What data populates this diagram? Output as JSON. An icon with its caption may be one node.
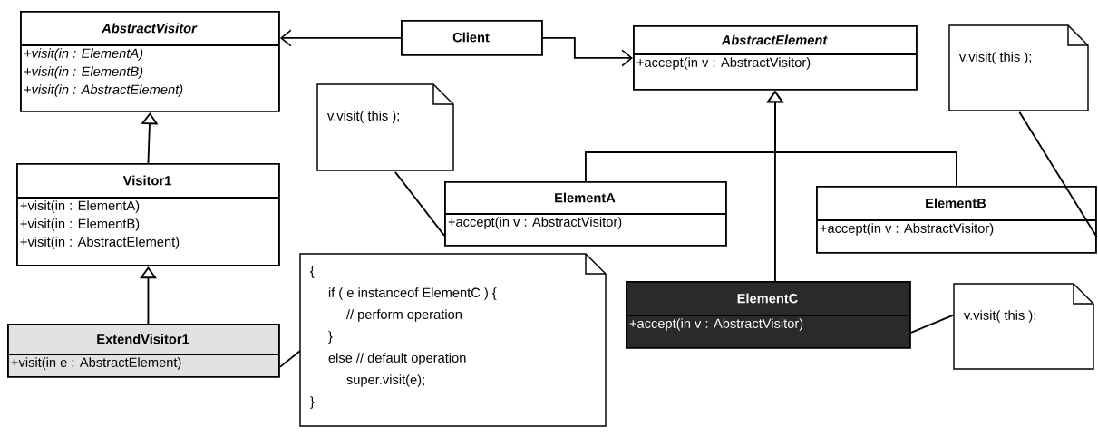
{
  "diagram": {
    "nodes": [
      {
        "text": [
          "AbstractVisitor",
          "+visit(in : ElementA)",
          "+visit(in : ElementB)",
          "+visit(in : AbstractElement)"
        ]
      },
      {
        "text": [
          "Client"
        ]
      },
      {
        "text": [
          "AbstractElement",
          "+accept(in v : AbstractVisitor)"
        ]
      },
      {
        "text": [
          "v.visit( this );"
        ]
      },
      {
        "text": [
          "v.visit( this );"
        ]
      },
      {
        "text": [
          "Visitor1",
          "+visit(in : ElementA)",
          "+visit(in : ElementB)",
          "+visit(in : AbstractElement)"
        ]
      },
      {
        "text": [
          "ElementA",
          "+accept(in v : AbstractVisitor)"
        ]
      },
      {
        "text": [
          "ElementB",
          "+accept(in v : AbstractVisitor)"
        ]
      },
      {
        "text": [
          "{",
          "if ( e instanceof ElementC ) {",
          "// perform operation",
          "}",
          "else // default operation",
          "super.visit(e);",
          "}"
        ]
      },
      {
        "text": [
          "ExtendVisitor1",
          "+visit(in e : AbstractElement)"
        ]
      },
      {
        "text": [
          "ElementC",
          "+accept(in v : AbstractVisitor)"
        ]
      },
      {
        "text": [
          "v.visit( this );"
        ]
      }
    ],
    "edges": [
      {
        "from": 1,
        "to": 0,
        "arrow": "to"
      },
      {
        "from": 1,
        "to": 2,
        "arrow": "to"
      },
      {
        "from": 5,
        "to": 0,
        "arrow": "to"
      },
      {
        "from": 9,
        "to": 5,
        "arrow": "to"
      },
      {
        "from": 6,
        "to": 2,
        "arrow": "to"
      },
      {
        "from": 7,
        "to": 2,
        "arrow": "to"
      },
      {
        "from": 10,
        "to": 2,
        "arrow": "to"
      },
      {
        "from": 4,
        "to": 6,
        "arrow": "none"
      },
      {
        "from": 3,
        "to": 7,
        "arrow": "none"
      },
      {
        "from": 8,
        "to": 9,
        "arrow": "none"
      },
      {
        "from": 11,
        "to": 10,
        "arrow": "none"
      }
    ]
  }
}
